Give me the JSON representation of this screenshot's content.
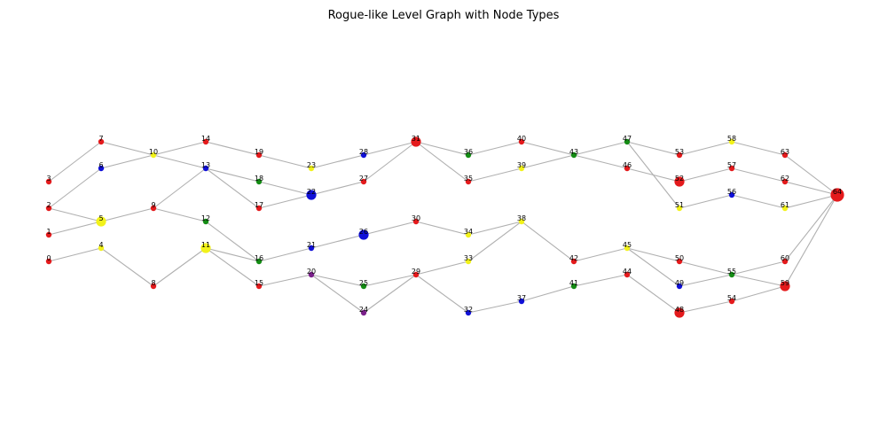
{
  "title": "Rogue-like Level Graph with Node Types",
  "colors": {
    "red": "#e41a1c",
    "blue": "#1010d8",
    "green": "#148c14",
    "yellow": "#f2f21a",
    "purple": "#7a1f8a",
    "edge": "#b0b0b0"
  },
  "nodes": [
    {
      "id": "0",
      "color": "red",
      "size": "small"
    },
    {
      "id": "1",
      "color": "red",
      "size": "small"
    },
    {
      "id": "2",
      "color": "red",
      "size": "small"
    },
    {
      "id": "3",
      "color": "red",
      "size": "small"
    },
    {
      "id": "4",
      "color": "yellow",
      "size": "small"
    },
    {
      "id": "5",
      "color": "yellow",
      "size": "large"
    },
    {
      "id": "6",
      "color": "blue",
      "size": "small"
    },
    {
      "id": "7",
      "color": "red",
      "size": "small"
    },
    {
      "id": "8",
      "color": "red",
      "size": "small"
    },
    {
      "id": "9",
      "color": "red",
      "size": "small"
    },
    {
      "id": "10",
      "color": "yellow",
      "size": "small"
    },
    {
      "id": "11",
      "color": "yellow",
      "size": "large"
    },
    {
      "id": "12",
      "color": "green",
      "size": "small"
    },
    {
      "id": "13",
      "color": "blue",
      "size": "small"
    },
    {
      "id": "14",
      "color": "red",
      "size": "small"
    },
    {
      "id": "15",
      "color": "red",
      "size": "small"
    },
    {
      "id": "16",
      "color": "green",
      "size": "small"
    },
    {
      "id": "17",
      "color": "red",
      "size": "small"
    },
    {
      "id": "18",
      "color": "green",
      "size": "small"
    },
    {
      "id": "19",
      "color": "red",
      "size": "small"
    },
    {
      "id": "20",
      "color": "purple",
      "size": "small"
    },
    {
      "id": "21",
      "color": "blue",
      "size": "small"
    },
    {
      "id": "22",
      "color": "blue",
      "size": "large"
    },
    {
      "id": "23",
      "color": "yellow",
      "size": "small"
    },
    {
      "id": "24",
      "color": "purple",
      "size": "small"
    },
    {
      "id": "25",
      "color": "green",
      "size": "small"
    },
    {
      "id": "26",
      "color": "blue",
      "size": "large"
    },
    {
      "id": "27",
      "color": "red",
      "size": "small"
    },
    {
      "id": "28",
      "color": "blue",
      "size": "small"
    },
    {
      "id": "29",
      "color": "red",
      "size": "small"
    },
    {
      "id": "30",
      "color": "red",
      "size": "small"
    },
    {
      "id": "31",
      "color": "red",
      "size": "large"
    },
    {
      "id": "32",
      "color": "blue",
      "size": "small"
    },
    {
      "id": "33",
      "color": "yellow",
      "size": "small"
    },
    {
      "id": "34",
      "color": "yellow",
      "size": "small"
    },
    {
      "id": "35",
      "color": "red",
      "size": "small"
    },
    {
      "id": "36",
      "color": "green",
      "size": "small"
    },
    {
      "id": "37",
      "color": "blue",
      "size": "small"
    },
    {
      "id": "38",
      "color": "yellow",
      "size": "small"
    },
    {
      "id": "39",
      "color": "yellow",
      "size": "small"
    },
    {
      "id": "40",
      "color": "red",
      "size": "small"
    },
    {
      "id": "41",
      "color": "green",
      "size": "small"
    },
    {
      "id": "42",
      "color": "red",
      "size": "small"
    },
    {
      "id": "43",
      "color": "green",
      "size": "small"
    },
    {
      "id": "44",
      "color": "red",
      "size": "small"
    },
    {
      "id": "45",
      "color": "yellow",
      "size": "small"
    },
    {
      "id": "46",
      "color": "red",
      "size": "small"
    },
    {
      "id": "47",
      "color": "green",
      "size": "small"
    },
    {
      "id": "48",
      "color": "red",
      "size": "large"
    },
    {
      "id": "49",
      "color": "blue",
      "size": "small"
    },
    {
      "id": "50",
      "color": "red",
      "size": "small"
    },
    {
      "id": "51",
      "color": "yellow",
      "size": "small"
    },
    {
      "id": "52",
      "color": "red",
      "size": "large"
    },
    {
      "id": "53",
      "color": "red",
      "size": "small"
    },
    {
      "id": "54",
      "color": "red",
      "size": "small"
    },
    {
      "id": "55",
      "color": "green",
      "size": "small"
    },
    {
      "id": "56",
      "color": "blue",
      "size": "small"
    },
    {
      "id": "57",
      "color": "red",
      "size": "small"
    },
    {
      "id": "58",
      "color": "yellow",
      "size": "small"
    },
    {
      "id": "59",
      "color": "red",
      "size": "large"
    },
    {
      "id": "60",
      "color": "red",
      "size": "small"
    },
    {
      "id": "61",
      "color": "yellow",
      "size": "small"
    },
    {
      "id": "62",
      "color": "red",
      "size": "small"
    },
    {
      "id": "63",
      "color": "red",
      "size": "small"
    },
    {
      "id": "64",
      "color": "red",
      "size": "xlarge"
    }
  ],
  "edges": [
    [
      "0",
      "4"
    ],
    [
      "1",
      "5"
    ],
    [
      "2",
      "5"
    ],
    [
      "2",
      "6"
    ],
    [
      "3",
      "7"
    ],
    [
      "4",
      "8"
    ],
    [
      "5",
      "9"
    ],
    [
      "6",
      "10"
    ],
    [
      "7",
      "10"
    ],
    [
      "8",
      "11"
    ],
    [
      "9",
      "12"
    ],
    [
      "9",
      "13"
    ],
    [
      "10",
      "13"
    ],
    [
      "10",
      "14"
    ],
    [
      "11",
      "15"
    ],
    [
      "11",
      "16"
    ],
    [
      "12",
      "16"
    ],
    [
      "13",
      "17"
    ],
    [
      "13",
      "18"
    ],
    [
      "14",
      "19"
    ],
    [
      "15",
      "20"
    ],
    [
      "16",
      "21"
    ],
    [
      "17",
      "22"
    ],
    [
      "18",
      "22"
    ],
    [
      "19",
      "23"
    ],
    [
      "20",
      "24"
    ],
    [
      "20",
      "25"
    ],
    [
      "21",
      "26"
    ],
    [
      "22",
      "27"
    ],
    [
      "23",
      "28"
    ],
    [
      "24",
      "29"
    ],
    [
      "25",
      "29"
    ],
    [
      "26",
      "30"
    ],
    [
      "27",
      "31"
    ],
    [
      "28",
      "31"
    ],
    [
      "29",
      "32"
    ],
    [
      "29",
      "33"
    ],
    [
      "30",
      "34"
    ],
    [
      "31",
      "35"
    ],
    [
      "31",
      "36"
    ],
    [
      "32",
      "37"
    ],
    [
      "33",
      "38"
    ],
    [
      "34",
      "38"
    ],
    [
      "35",
      "39"
    ],
    [
      "36",
      "40"
    ],
    [
      "37",
      "41"
    ],
    [
      "38",
      "42"
    ],
    [
      "39",
      "43"
    ],
    [
      "40",
      "43"
    ],
    [
      "41",
      "44"
    ],
    [
      "42",
      "45"
    ],
    [
      "43",
      "46"
    ],
    [
      "43",
      "47"
    ],
    [
      "44",
      "48"
    ],
    [
      "45",
      "49"
    ],
    [
      "45",
      "50"
    ],
    [
      "46",
      "52"
    ],
    [
      "47",
      "53"
    ],
    [
      "47",
      "51"
    ],
    [
      "48",
      "54"
    ],
    [
      "49",
      "55"
    ],
    [
      "50",
      "55"
    ],
    [
      "51",
      "56"
    ],
    [
      "52",
      "57"
    ],
    [
      "53",
      "58"
    ],
    [
      "54",
      "59"
    ],
    [
      "55",
      "59"
    ],
    [
      "55",
      "60"
    ],
    [
      "56",
      "61"
    ],
    [
      "57",
      "62"
    ],
    [
      "58",
      "63"
    ],
    [
      "59",
      "64"
    ],
    [
      "60",
      "64"
    ],
    [
      "61",
      "64"
    ],
    [
      "62",
      "64"
    ],
    [
      "63",
      "64"
    ]
  ]
}
